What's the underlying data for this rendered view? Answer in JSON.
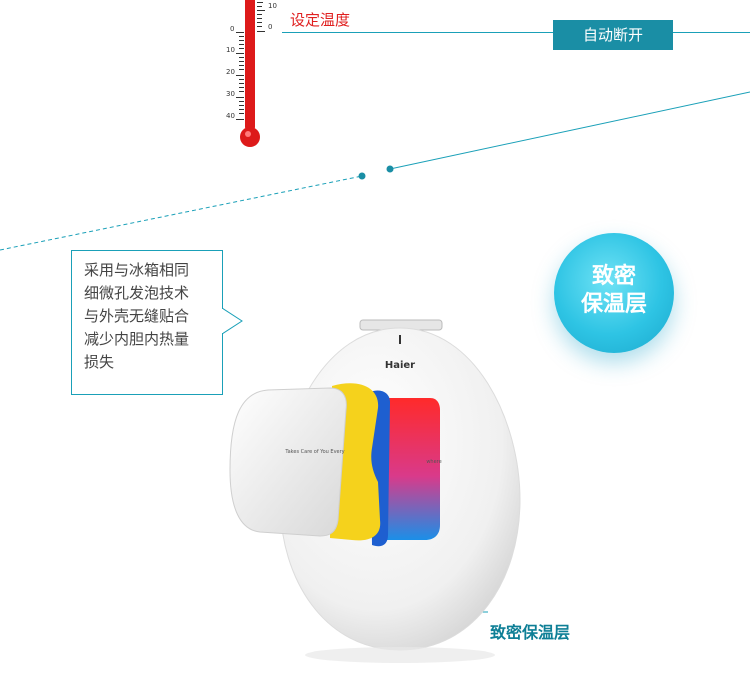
{
  "thermometer": {
    "scale_left": [
      "0",
      "10",
      "20",
      "30",
      "40"
    ],
    "scale_right": [
      "10",
      "0"
    ],
    "set_temp_label": "设定温度"
  },
  "auto_off_button": "自动断开",
  "callout": {
    "lines": [
      "采用与冰箱相同",
      "细微孔发泡技术",
      "与外壳无缝贴合",
      "减少内胆内热量",
      "损失"
    ]
  },
  "badge": {
    "line1": "致密",
    "line2": "保温层"
  },
  "product": {
    "brand": "Haier",
    "slogan_left": "Takes Care of You Every",
    "slogan_right": "where"
  },
  "bottom_label": "致密保温层",
  "colors": {
    "accent": "#1aa0b8",
    "thermo_red": "#dd1a1a",
    "badge_blue": "#2ec4e4",
    "insulation_yellow": "#f5d21c",
    "insulation_blue": "#1e5fd0"
  }
}
